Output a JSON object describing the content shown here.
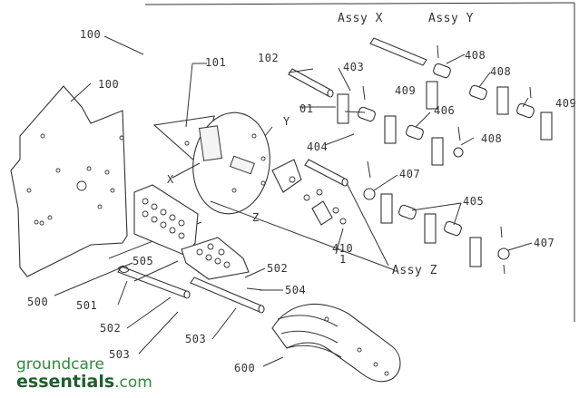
{
  "diagram": {
    "labels": {
      "l100_main": "100",
      "l100_plate": "100",
      "l101": "101",
      "l102": "102",
      "l403": "403",
      "l408_a": "408",
      "l408_b": "408",
      "l408_c": "408",
      "l409_a": "409",
      "l409_b": "409",
      "l404": "404",
      "l406": "406",
      "l407": "407",
      "l405": "405",
      "l0407": "407",
      "l410": "410",
      "l500": "500",
      "l505": "505",
      "l501": "501",
      "l502_a": "502",
      "l502_b": "502",
      "l503": "503",
      "l504": "504",
      "l600": "600",
      "l01": "01",
      "l1": "1",
      "assy_x": "Assy X",
      "assy_y": "Assy Y",
      "assy_z": "Assy Z",
      "axis_x": "X",
      "axis_y": "Y",
      "axis_z": "Z"
    }
  },
  "brand": {
    "line1": "groundcare",
    "line2": "essentials",
    "line3": ".com",
    "colors": {
      "light": "#2e8b3a",
      "dark": "#1f5f2c"
    }
  }
}
